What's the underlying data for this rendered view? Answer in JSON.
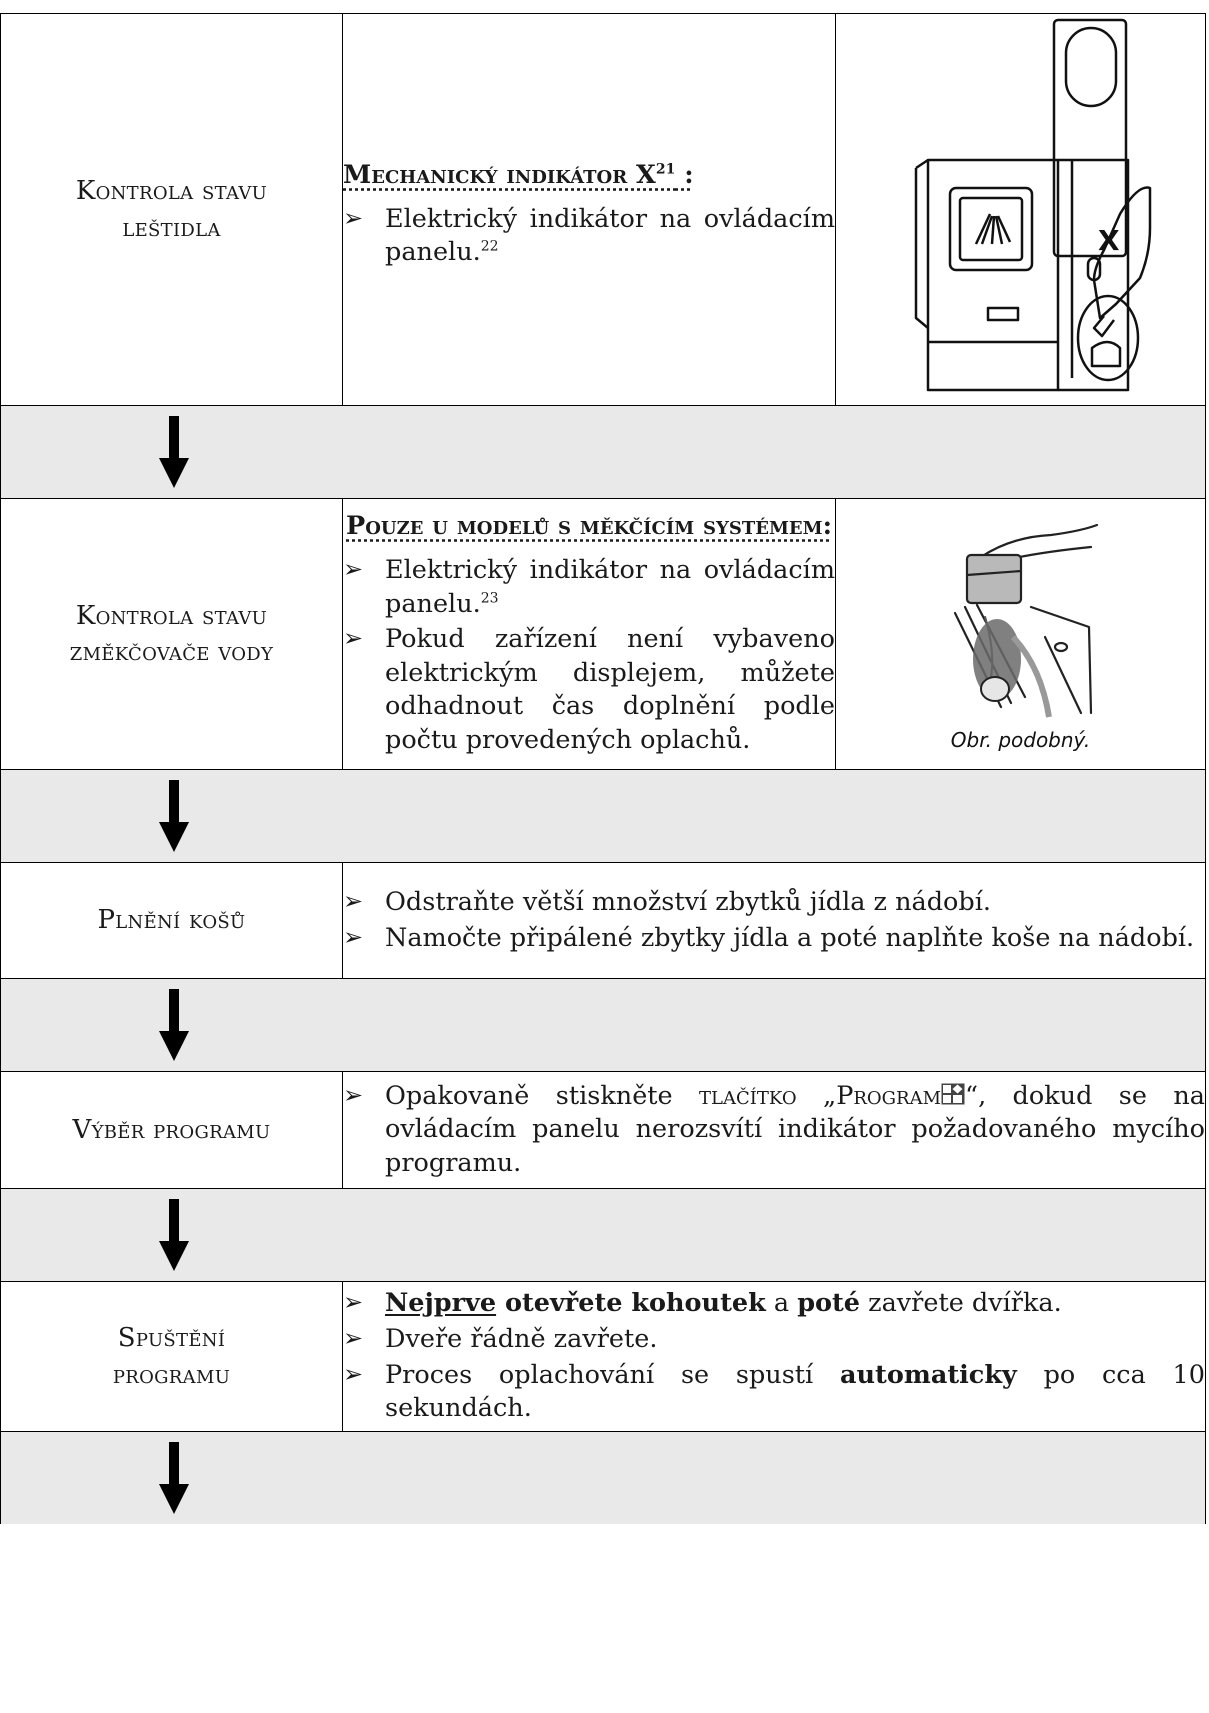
{
  "steps": [
    {
      "label_line1": "Kontrola stavu",
      "label_line2": "leštidla",
      "heading_main": "Mechanický indikátor X",
      "heading_sup": "21",
      "heading_tail": " :",
      "bullet1_text": "Elektrický indikátor na ovládacím panelu.",
      "bullet1_sup": "22",
      "illustration_icon": "rinse-aid-dispenser-illustration",
      "illustration_mark": "X"
    },
    {
      "label_line1": "Kontrola stavu",
      "label_line2": "změkčovače vody",
      "heading_main": "Pouze u modelů s měkčícím systémem:",
      "bullet1_text": "Elektrický indikátor na ovládacím panelu.",
      "bullet1_sup": "23",
      "bullet2_text": "Pokud zařízení není vybaveno elektrickým displejem, můžete odhadnout čas doplnění podle počtu provedených oplachů.",
      "illustration_icon": "salt-refill-illustration",
      "caption": "Obr. podobný."
    },
    {
      "label": "Plnění košů",
      "bullets": [
        "Odstraňte větší množství zbytků jídla z nádobí.",
        "Namočte připálené zbytky jídla a poté naplňte koše na nádobí."
      ]
    },
    {
      "label": "Výběr programu",
      "text_pre": "Opakovaně stiskněte ",
      "button_word": "tlačítko",
      "quote_open": " „",
      "program_word": "Program",
      "program_icon": "program-button-icon",
      "text_post": "“, dokud se na ovládacím panelu nerozsvítí indikátor požadovaného mycího programu."
    },
    {
      "label_line1": "Spuštění",
      "label_line2": "programu",
      "b1_first": "Nejprve",
      "b1_mid": " otevřete kohoutek",
      "b1_a": " a ",
      "b1_then": "poté",
      "b1_rest": " zavřete dvířka.",
      "b2": "Dveře řádně zavřete.",
      "b3_pre": "Proces oplachování se spustí ",
      "b3_bold": "automaticky",
      "b3_post": " po cca 10 sekundách."
    }
  ],
  "arrow_icon": "down-arrow-icon"
}
